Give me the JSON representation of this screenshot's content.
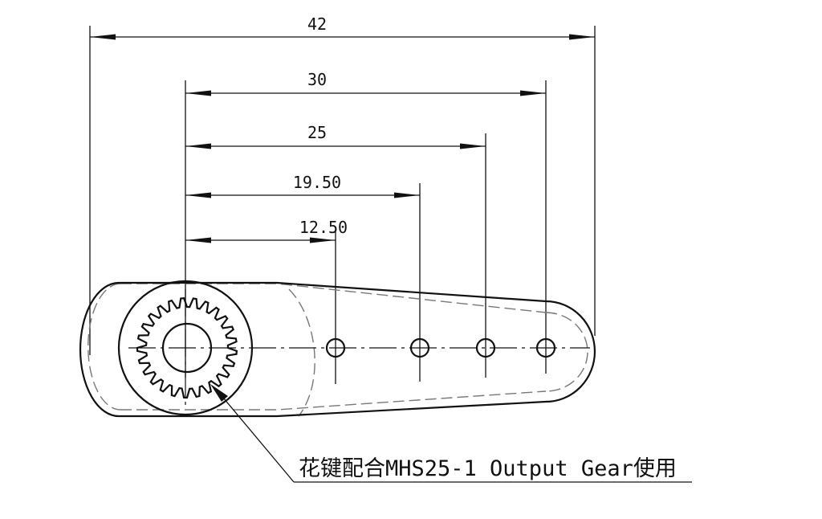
{
  "dimensions": [
    {
      "label": "42",
      "value": 42
    },
    {
      "label": "30",
      "value": 30
    },
    {
      "label": "25",
      "value": 25
    },
    {
      "label": "19.50",
      "value": 19.5
    },
    {
      "label": "12.50",
      "value": 12.5
    }
  ],
  "callout": {
    "text": "花键配合MHS25-1 Output Gear使用"
  },
  "spline": {
    "teeth": 25
  },
  "colors": {
    "ink": "#111111",
    "hidden_line": "#777777",
    "background": "#ffffff"
  }
}
